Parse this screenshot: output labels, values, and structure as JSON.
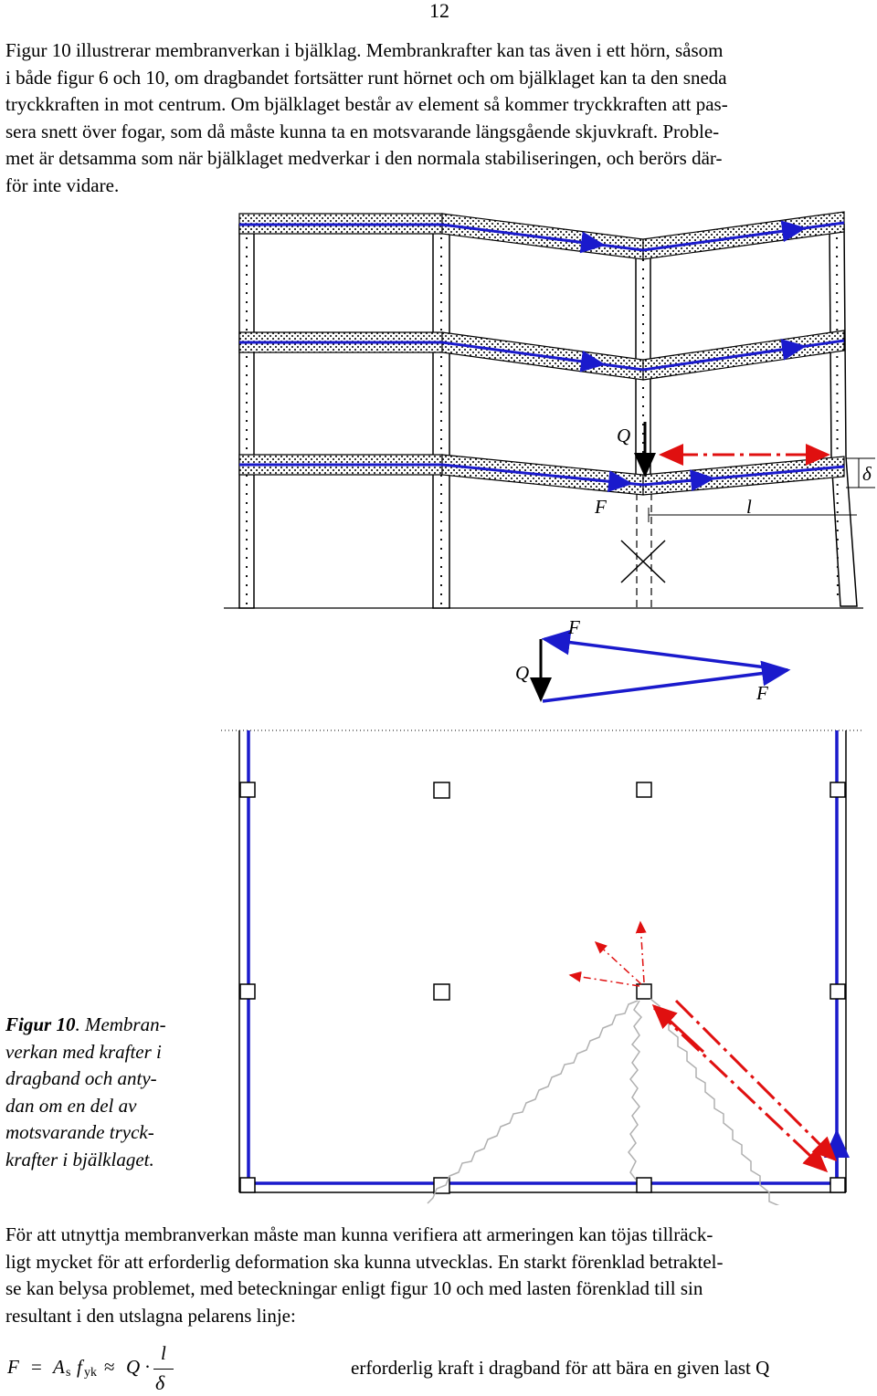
{
  "page_number": "12",
  "paragraph1": [
    "Figur 10 illustrerar membranverkan i bjälklag. Membrankrafter kan tas även i ett hörn, såsom",
    "i både figur 6 och 10, om dragbandet fortsätter runt hörnet och om bjälklaget kan ta den sneda",
    "tryckkraften in mot centrum. Om bjälklaget består av element så kommer tryckkraften att pas-",
    "sera snett över fogar, som då måste kunna ta en motsvarande längsgående skjuvkraft. Proble-",
    "met är detsamma som när bjälklaget medverkar i den normala stabiliseringen, och berörs där-",
    "för inte vidare."
  ],
  "figure": {
    "labels": {
      "Q_top": "Q",
      "F_mid": "F",
      "l": "l",
      "delta": "δ",
      "F_tri_top": "F",
      "Q_tri": "Q",
      "F_tri_right": "F"
    },
    "colors": {
      "tie_blue": "#1a1acc",
      "compression_red": "#e01010",
      "crack_gray": "#b0b0b0"
    }
  },
  "caption": {
    "label": "Figur 10",
    "lines": [
      ". Membran-",
      "verkan med krafter i",
      "dragband och anty-",
      "dan om en del av",
      "motsvarande tryck-",
      "krafter i bjälklaget."
    ]
  },
  "paragraph2": [
    "För att utnyttja membranverkan måste man kunna verifiera att armeringen kan töjas tillräck-",
    "ligt mycket för att erforderlig deformation ska kunna utvecklas. En starkt förenklad betraktel-",
    "se kan belysa problemet, med beteckningar enligt figur 10 och med lasten förenklad till sin",
    "resultant i den utslagna pelarens linje:"
  ],
  "formula": {
    "lhs": "F",
    "eq": "=",
    "A": "A",
    "A_sub": "s",
    "f": "f",
    "f_sub": "yk",
    "approx": "≈",
    "Q": "Q",
    "dot": "·",
    "num": "l",
    "den": "δ",
    "description": "erforderlig kraft i dragband för att bära en given last Q"
  }
}
